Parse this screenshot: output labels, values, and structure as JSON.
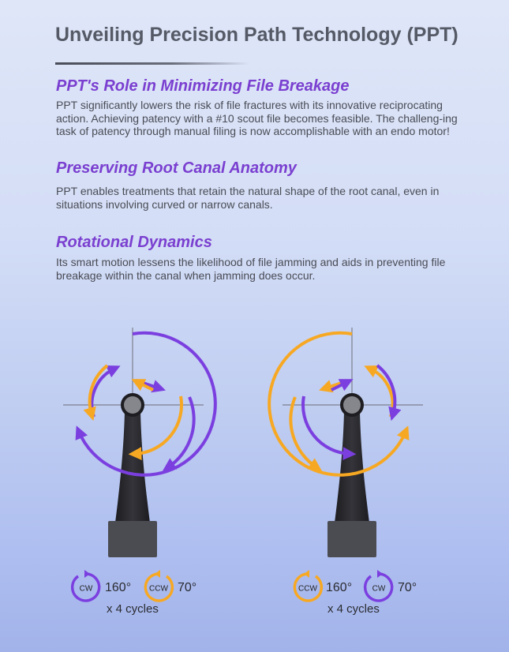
{
  "title": "Unveiling Precision Path Technology (PPT)",
  "sections": [
    {
      "heading": "PPT's Role in Minimizing File Breakage",
      "body": "PPT significantly lowers the risk of file fractures with its innovative reciprocating action. Achieving patency with a #10 scout file becomes feasible. The challeng-ing task of patency through manual filing is now accomplishable with an endo motor!"
    },
    {
      "heading": "Preserving Root Canal Anatomy",
      "body": "PPT enables treatments that retain the natural shape of the root canal, even in situations involving curved or narrow canals."
    },
    {
      "heading": "Rotational Dynamics",
      "body": "Its smart motion lessens the likelihood of file jamming and aids in preventing file breakage within the canal when jamming does occur."
    }
  ],
  "colors": {
    "purple": "#7b3fe0",
    "orange": "#f7a823",
    "heading": "#7a3fd0"
  },
  "diagrams": [
    {
      "legend": [
        {
          "badge": "CW",
          "color": "purple",
          "angle": "160°"
        },
        {
          "badge": "CCW",
          "color": "orange",
          "angle": "70°"
        }
      ],
      "cycles": "x 4 cycles"
    },
    {
      "legend": [
        {
          "badge": "CCW",
          "color": "orange",
          "angle": "160°"
        },
        {
          "badge": "CW",
          "color": "purple",
          "angle": "70°"
        }
      ],
      "cycles": "x 4 cycles"
    }
  ]
}
